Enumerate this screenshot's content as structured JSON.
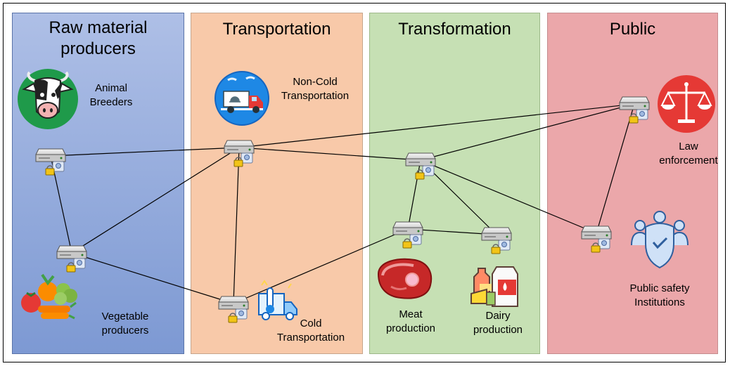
{
  "lanes": {
    "raw": {
      "title": "Raw material\nproducers"
    },
    "transportation": {
      "title": "Transportation"
    },
    "transformation": {
      "title": "Transformation"
    },
    "public": {
      "title": "Public"
    }
  },
  "actors": {
    "animal_breeders": "Animal\nBreeders",
    "vegetable_producers": "Vegetable\nproducers",
    "non_cold_transportation": "Non-Cold\nTransportation",
    "cold_transportation": "Cold\nTransportation",
    "meat_production": "Meat\nproduction",
    "dairy_production": "Dairy\nproduction",
    "law_enforcement": "Law\nenforcement",
    "public_safety": "Public safety\nInstitutions"
  },
  "nodes": [
    "n1",
    "n2",
    "n3",
    "n4",
    "n5",
    "n6",
    "n7",
    "n8",
    "n9"
  ],
  "links": [
    [
      "n1",
      "n2"
    ],
    [
      "n1",
      "n3"
    ],
    [
      "n2",
      "n3"
    ],
    [
      "n2",
      "n4"
    ],
    [
      "n3",
      "n4"
    ],
    [
      "n3",
      "n5"
    ],
    [
      "n3",
      "n8"
    ],
    [
      "n5",
      "n6"
    ],
    [
      "n5",
      "n7"
    ],
    [
      "n5",
      "n8"
    ],
    [
      "n5",
      "n9"
    ],
    [
      "n6",
      "n7"
    ],
    [
      "n6",
      "n4"
    ],
    [
      "n8",
      "n9"
    ]
  ],
  "icons": [
    "cow-icon",
    "vegetables-icon",
    "delivery-truck-icon",
    "cold-truck-icon",
    "meat-icon",
    "dairy-icon",
    "scales-of-justice-icon",
    "safety-shield-people-icon",
    "server-node-icon"
  ]
}
